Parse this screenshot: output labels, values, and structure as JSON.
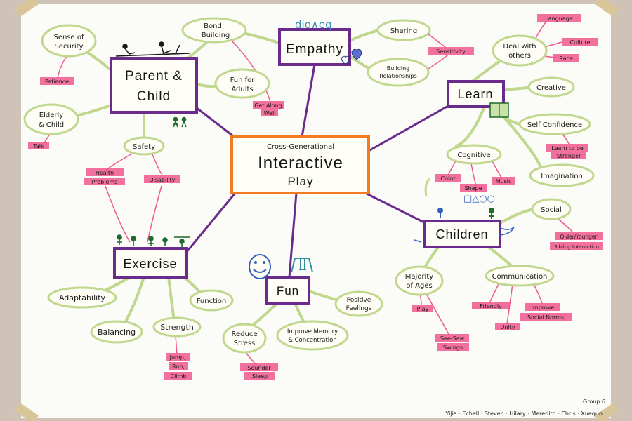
{
  "diagram": {
    "center": {
      "top": "Cross-Generational",
      "main": "Interactive",
      "bottom": "Play"
    },
    "hubs": {
      "empathy": "Empathy",
      "parent_child_1": "Parent &",
      "parent_child_2": "Child",
      "learn": "Learn",
      "children": "Children",
      "exercise": "Exercise",
      "fun": "Fun"
    },
    "ovals": {
      "sense_security_1": "Sense of",
      "sense_security_2": "Security",
      "bond_1": "Bond",
      "bond_2": "Building",
      "fun_adults_1": "Fun for",
      "fun_adults_2": "Adults",
      "elderly_1": "Elderly",
      "elderly_2": "& Child",
      "safety": "Safety",
      "sharing": "Sharing",
      "building_rel_1": "Building",
      "building_rel_2": "Relationships",
      "deal_1": "Deal with",
      "deal_2": "others",
      "creative": "Creative",
      "self_conf": "Self Confidence",
      "cognitive": "Cognitive",
      "imagination": "Imagination",
      "social": "Social",
      "majority_1": "Majority",
      "majority_2": "of Ages",
      "communication": "Communication",
      "adaptability": "Adaptability",
      "function": "Function",
      "balancing": "Balancing",
      "strength": "Strength",
      "reduce_1": "Reduce",
      "reduce_2": "Stress",
      "improve_mem_1": "Improve Memory",
      "improve_mem_2": "& Concentration",
      "positive_1": "Positive",
      "positive_2": "Feelings"
    },
    "tags": {
      "patience": "Patience",
      "talk": "Talk",
      "health_1": "Health",
      "health_2": "Problems",
      "disability": "Disability",
      "get_along_1": "Get Along",
      "get_along_2": "Well",
      "sensitivity": "Sensitivity",
      "language": "Language",
      "culture": "Culture",
      "race": "Race",
      "learn_stronger_1": "Learn to be",
      "learn_stronger_2": "Stronger",
      "color": "Color",
      "shape": "Shape",
      "music": "Music",
      "older_younger_1": "Older/Younger",
      "older_younger_2": "Sibling Interaction",
      "play": "Play",
      "see_saw_1": "See-Saw",
      "see_saw_2": "Swings",
      "friendly": "Friendly",
      "unity": "Unity",
      "improve_social_1": "Improve",
      "improve_social_2": "Social Norms",
      "sounder_1": "Sounder",
      "sounder_2": "Sleep",
      "jump": "Jump,",
      "run": "Run,",
      "climb": "Climb"
    },
    "doodle_word": "dio∧eq",
    "shape_marks": "□△○○",
    "footer": {
      "group": "Group 6",
      "names": "Yijia · Echell · Steven · Hilary · Meredith · Chris · Xuequn"
    },
    "colors": {
      "paper": "#fbfbf8",
      "wall": "#cfc3b8",
      "purple": "#6a2b8c",
      "orange": "#f27a1f",
      "green": "#bfd88e",
      "pink": "#f0588e",
      "tape": "#d8c69a"
    }
  }
}
